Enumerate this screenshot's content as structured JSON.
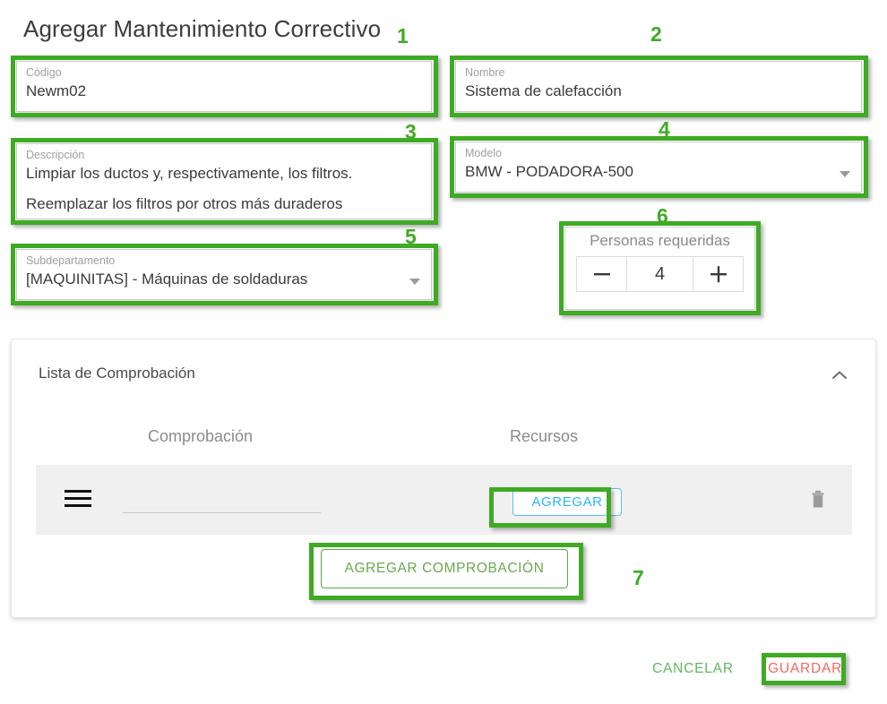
{
  "page": {
    "title": "Agregar Mantenimiento Correctivo"
  },
  "fields": {
    "codigo": {
      "label": "Código",
      "value": "Newm02"
    },
    "nombre": {
      "label": "Nombre",
      "value": "Sistema de calefacción"
    },
    "descripcion": {
      "label": "Descripción",
      "line1": "Limpiar los ductos y, respectivamente, los filtros.",
      "line2": "Reemplazar los filtros por otros más duraderos"
    },
    "modelo": {
      "label": "Modelo",
      "value": "BMW - PODADORA-500"
    },
    "subdepartamento": {
      "label": "Subdepartamento",
      "value": "[MAQUINITAS] - Máquinas de soldaduras"
    }
  },
  "personas": {
    "title": "Personas requeridas",
    "value": "4",
    "minus_label": "−",
    "plus_label": "+"
  },
  "checklist": {
    "header": "Lista de Comprobación",
    "collapse_icon": "chevron-up-icon",
    "columns": [
      "Comprobación",
      "Recursos"
    ],
    "rows": [
      {
        "drag_icon": "drag-handle-icon",
        "comprobacion": "",
        "recurso_button": "AGREGAR",
        "delete_icon": "trash-icon"
      }
    ],
    "add_row_label": "AGREGAR COMPROBACIÓN"
  },
  "footer": {
    "cancel_label": "CANCELAR",
    "save_label": "GUARDAR"
  },
  "annotations": {
    "n1": "1",
    "n2": "2",
    "n3": "3",
    "n4": "4",
    "n5": "5",
    "n6": "6",
    "n7": "7"
  },
  "colors": {
    "highlight": "#3faa23",
    "accent_blue": "#29b6f6",
    "accent_green": "#5cb85c",
    "accent_red": "#f4685e"
  }
}
